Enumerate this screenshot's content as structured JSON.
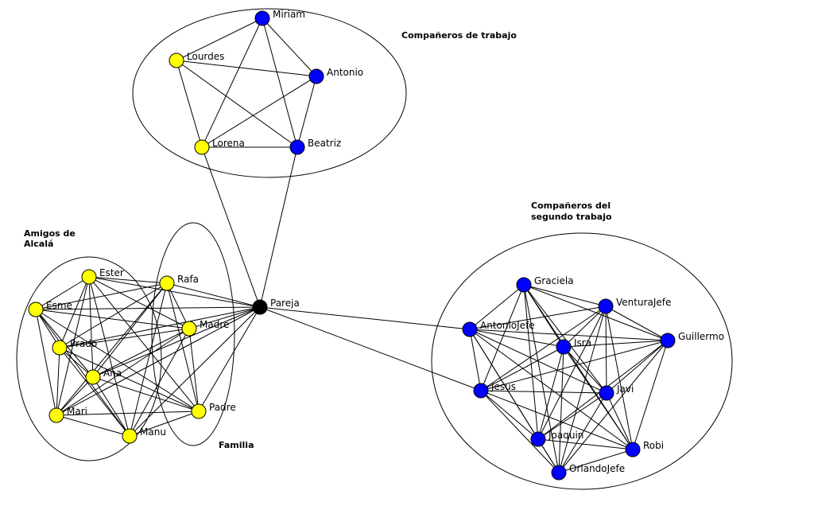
{
  "colors": {
    "yellow": "#ffff00",
    "blue": "#0000ff",
    "black": "#000000",
    "stroke": "#000000"
  },
  "groups": [
    {
      "id": "trabajo",
      "lines": [
        "Compañeros de trabajo"
      ]
    },
    {
      "id": "segundo",
      "lines": [
        "Compañeros del",
        "segundo trabajo"
      ]
    },
    {
      "id": "alcala",
      "lines": [
        "Amigos de",
        "Alcalá"
      ]
    },
    {
      "id": "familia",
      "lines": [
        "Familia"
      ]
    }
  ],
  "nodes": [
    {
      "id": "miriam",
      "label": "Miriam",
      "color": "blue"
    },
    {
      "id": "lourdes",
      "label": "Lourdes",
      "color": "yellow"
    },
    {
      "id": "antonio",
      "label": "Antonio",
      "color": "blue"
    },
    {
      "id": "lorena",
      "label": "Lorena",
      "color": "yellow"
    },
    {
      "id": "beatriz",
      "label": "Beatriz",
      "color": "blue"
    },
    {
      "id": "pareja",
      "label": "Pareja",
      "color": "black"
    },
    {
      "id": "ester",
      "label": "Ester",
      "color": "yellow"
    },
    {
      "id": "rafa",
      "label": "Rafa",
      "color": "yellow"
    },
    {
      "id": "esme",
      "label": "Esme",
      "color": "yellow"
    },
    {
      "id": "madre",
      "label": "Madre",
      "color": "yellow"
    },
    {
      "id": "prado",
      "label": "Prado",
      "color": "yellow"
    },
    {
      "id": "ana",
      "label": "Ana",
      "color": "yellow"
    },
    {
      "id": "mari",
      "label": "Mari",
      "color": "yellow"
    },
    {
      "id": "padre",
      "label": "Padre",
      "color": "yellow"
    },
    {
      "id": "manu",
      "label": "Manu",
      "color": "yellow"
    },
    {
      "id": "graciela",
      "label": "Graciela",
      "color": "blue"
    },
    {
      "id": "venturajefe",
      "label": "VenturaJefe",
      "color": "blue"
    },
    {
      "id": "antoniojefe",
      "label": "AntonioJefe",
      "color": "blue"
    },
    {
      "id": "isra",
      "label": "Isra",
      "color": "blue"
    },
    {
      "id": "guillermo",
      "label": "Guillermo",
      "color": "blue"
    },
    {
      "id": "jesus",
      "label": "Jesus",
      "color": "blue"
    },
    {
      "id": "javi",
      "label": "Javi",
      "color": "blue"
    },
    {
      "id": "joaquin",
      "label": "Joaquin",
      "color": "blue"
    },
    {
      "id": "robi",
      "label": "Robi",
      "color": "blue"
    },
    {
      "id": "orlandojefe",
      "label": "OrlandoJefe",
      "color": "blue"
    }
  ],
  "edges": [
    [
      "miriam",
      "lourdes"
    ],
    [
      "miriam",
      "antonio"
    ],
    [
      "miriam",
      "lorena"
    ],
    [
      "miriam",
      "beatriz"
    ],
    [
      "lourdes",
      "antonio"
    ],
    [
      "lourdes",
      "lorena"
    ],
    [
      "lourdes",
      "beatriz"
    ],
    [
      "antonio",
      "lorena"
    ],
    [
      "antonio",
      "beatriz"
    ],
    [
      "lorena",
      "beatriz"
    ],
    [
      "lorena",
      "pareja"
    ],
    [
      "beatriz",
      "pareja"
    ],
    [
      "pareja",
      "antoniojefe"
    ],
    [
      "pareja",
      "jesus"
    ],
    [
      "pareja",
      "ester"
    ],
    [
      "pareja",
      "rafa"
    ],
    [
      "pareja",
      "esme"
    ],
    [
      "pareja",
      "madre"
    ],
    [
      "pareja",
      "prado"
    ],
    [
      "pareja",
      "ana"
    ],
    [
      "pareja",
      "mari"
    ],
    [
      "pareja",
      "padre"
    ],
    [
      "pareja",
      "manu"
    ],
    [
      "ester",
      "rafa"
    ],
    [
      "ester",
      "esme"
    ],
    [
      "ester",
      "madre"
    ],
    [
      "ester",
      "prado"
    ],
    [
      "ester",
      "ana"
    ],
    [
      "ester",
      "mari"
    ],
    [
      "ester",
      "padre"
    ],
    [
      "ester",
      "manu"
    ],
    [
      "rafa",
      "esme"
    ],
    [
      "rafa",
      "madre"
    ],
    [
      "rafa",
      "prado"
    ],
    [
      "rafa",
      "ana"
    ],
    [
      "rafa",
      "mari"
    ],
    [
      "rafa",
      "padre"
    ],
    [
      "rafa",
      "manu"
    ],
    [
      "esme",
      "madre"
    ],
    [
      "esme",
      "prado"
    ],
    [
      "esme",
      "ana"
    ],
    [
      "esme",
      "mari"
    ],
    [
      "esme",
      "padre"
    ],
    [
      "esme",
      "manu"
    ],
    [
      "madre",
      "prado"
    ],
    [
      "madre",
      "ana"
    ],
    [
      "madre",
      "mari"
    ],
    [
      "madre",
      "padre"
    ],
    [
      "madre",
      "manu"
    ],
    [
      "prado",
      "ana"
    ],
    [
      "prado",
      "mari"
    ],
    [
      "prado",
      "padre"
    ],
    [
      "prado",
      "manu"
    ],
    [
      "ana",
      "mari"
    ],
    [
      "ana",
      "padre"
    ],
    [
      "ana",
      "manu"
    ],
    [
      "mari",
      "manu"
    ],
    [
      "mari",
      "padre"
    ],
    [
      "padre",
      "manu"
    ],
    [
      "graciela",
      "venturajefe"
    ],
    [
      "graciela",
      "antoniojefe"
    ],
    [
      "graciela",
      "isra"
    ],
    [
      "graciela",
      "guillermo"
    ],
    [
      "graciela",
      "jesus"
    ],
    [
      "graciela",
      "javi"
    ],
    [
      "graciela",
      "joaquin"
    ],
    [
      "graciela",
      "robi"
    ],
    [
      "graciela",
      "orlandojefe"
    ],
    [
      "venturajefe",
      "antoniojefe"
    ],
    [
      "venturajefe",
      "isra"
    ],
    [
      "venturajefe",
      "guillermo"
    ],
    [
      "venturajefe",
      "jesus"
    ],
    [
      "venturajefe",
      "javi"
    ],
    [
      "venturajefe",
      "joaquin"
    ],
    [
      "venturajefe",
      "robi"
    ],
    [
      "venturajefe",
      "orlandojefe"
    ],
    [
      "antoniojefe",
      "isra"
    ],
    [
      "antoniojefe",
      "guillermo"
    ],
    [
      "antoniojefe",
      "jesus"
    ],
    [
      "antoniojefe",
      "javi"
    ],
    [
      "antoniojefe",
      "joaquin"
    ],
    [
      "antoniojefe",
      "robi"
    ],
    [
      "antoniojefe",
      "orlandojefe"
    ],
    [
      "isra",
      "guillermo"
    ],
    [
      "isra",
      "jesus"
    ],
    [
      "isra",
      "javi"
    ],
    [
      "isra",
      "joaquin"
    ],
    [
      "isra",
      "robi"
    ],
    [
      "isra",
      "orlandojefe"
    ],
    [
      "guillermo",
      "jesus"
    ],
    [
      "guillermo",
      "javi"
    ],
    [
      "guillermo",
      "joaquin"
    ],
    [
      "guillermo",
      "robi"
    ],
    [
      "guillermo",
      "orlandojefe"
    ],
    [
      "jesus",
      "javi"
    ],
    [
      "jesus",
      "joaquin"
    ],
    [
      "jesus",
      "robi"
    ],
    [
      "jesus",
      "orlandojefe"
    ],
    [
      "javi",
      "joaquin"
    ],
    [
      "javi",
      "robi"
    ],
    [
      "javi",
      "orlandojefe"
    ],
    [
      "joaquin",
      "robi"
    ],
    [
      "joaquin",
      "orlandojefe"
    ],
    [
      "robi",
      "orlandojefe"
    ]
  ]
}
